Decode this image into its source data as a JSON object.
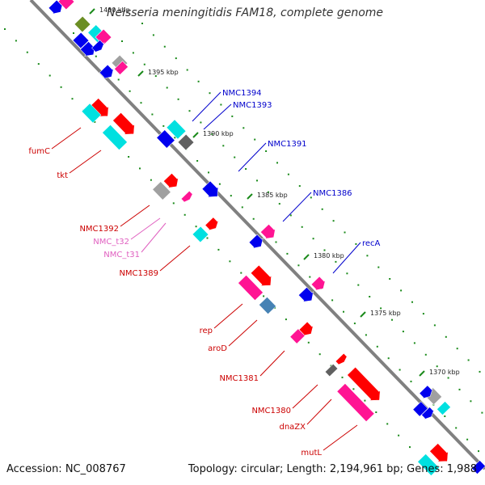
{
  "title": "Neisseria meningitidis FAM18, complete genome",
  "accession": "Accession: NC_008767",
  "topology": "Topology: circular; Length: 2,194,961 bp; Genes: 1,988",
  "colors": {
    "backbone": "#808080",
    "tick": "#1a8a1a",
    "dot": "#1a8a1a",
    "label_red": "#cc0000",
    "label_blue": "#0000cc",
    "label_pink": "#e060c0",
    "red": "#ff0000",
    "blue": "#0000ee",
    "cyan": "#00e0e0",
    "pink": "#ff1493",
    "gray": "#a0a0a0",
    "darkgray": "#606060",
    "olive": "#6b8e23",
    "steel": "#4682b4"
  },
  "kbp_ticks": [
    "1400 kbp",
    "1395 kbp",
    "1390 kbp",
    "1385 kbp",
    "1380 kbp",
    "1375 kbp",
    "1370 kbp"
  ],
  "gene_labels_left": [
    {
      "text": "fumC",
      "color": "red"
    },
    {
      "text": "tkt",
      "color": "red"
    },
    {
      "text": "NMC1392",
      "color": "red"
    },
    {
      "text": "NMC_t32",
      "color": "pink"
    },
    {
      "text": "NMC_t31",
      "color": "pink"
    },
    {
      "text": "NMC1389",
      "color": "red"
    },
    {
      "text": "rep",
      "color": "red"
    },
    {
      "text": "aroD",
      "color": "red"
    },
    {
      "text": "NMC1381",
      "color": "red"
    },
    {
      "text": "NMC1380",
      "color": "red"
    },
    {
      "text": "dnaZX",
      "color": "red"
    },
    {
      "text": "mutL",
      "color": "red"
    }
  ],
  "gene_labels_right": [
    {
      "text": "NMC1394",
      "color": "blue"
    },
    {
      "text": "NMC1393",
      "color": "blue"
    },
    {
      "text": "NMC1391",
      "color": "blue"
    },
    {
      "text": "NMC1386",
      "color": "blue"
    },
    {
      "text": "recA",
      "color": "blue"
    }
  ]
}
